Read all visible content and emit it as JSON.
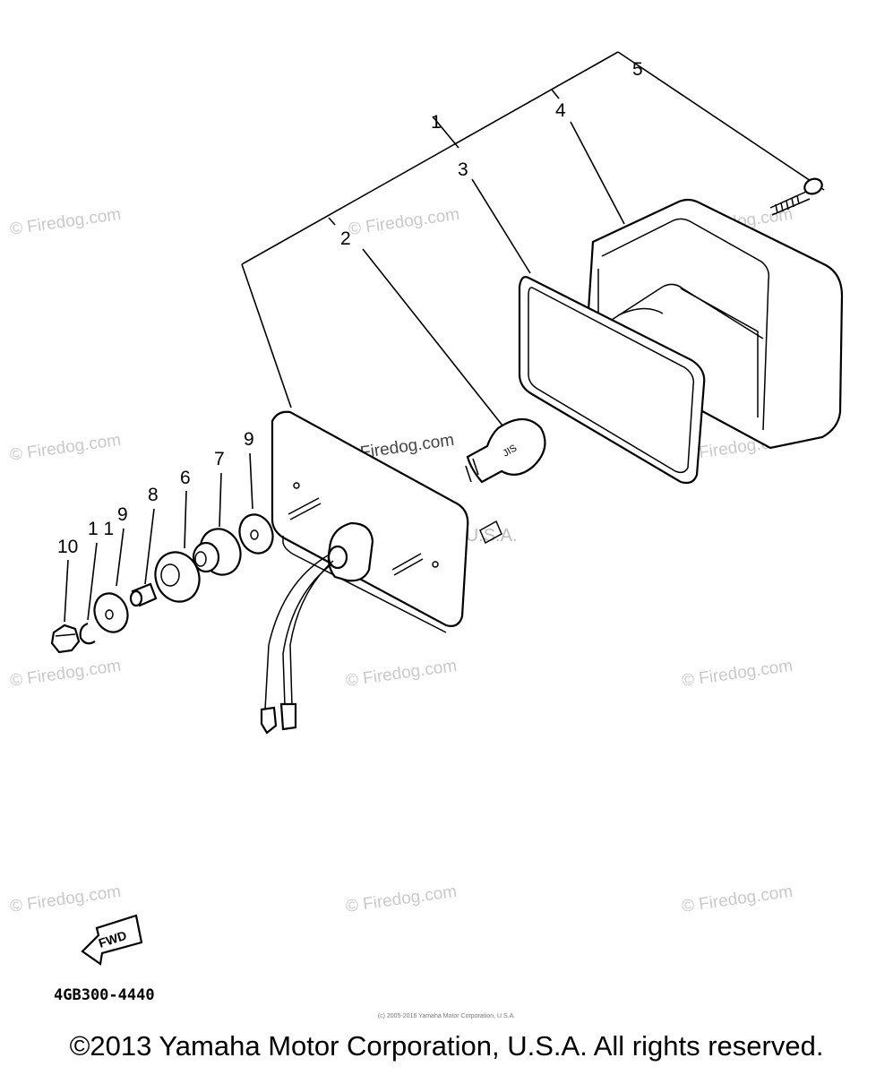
{
  "callouts": {
    "c1": "1",
    "c2": "2",
    "c3": "3",
    "c4": "4",
    "c5": "5",
    "c6": "6",
    "c7": "7",
    "c8": "8",
    "c9a": "9",
    "c9b": "9",
    "c10": "10",
    "c11": "1 1"
  },
  "watermark": "© Firedog.com",
  "watermark_center": "Yamaha Motor Corp, U.S.A.",
  "fwd_label": "FWD",
  "diagram_code": "4GB300-4440",
  "small_notice": "(c) 2005-2016 Yamaha Motor Corporation, U.S.A.",
  "copyright": "©2013 Yamaha Motor Corporation, U.S.A. All rights reserved."
}
